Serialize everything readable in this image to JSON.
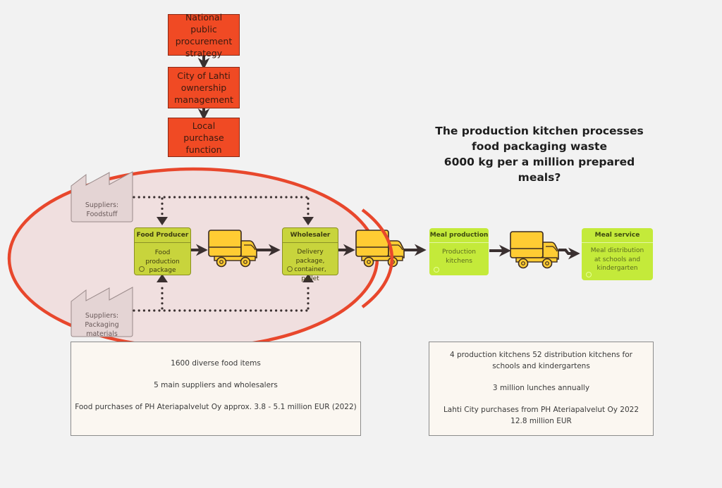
{
  "governance": {
    "boxes": [
      {
        "label": "National public procurement strategy"
      },
      {
        "label": "City of Lahti ownership management"
      },
      {
        "label": "Local purchase function"
      }
    ]
  },
  "suppliers": {
    "foodstuff": {
      "line1": "Suppliers:",
      "line2": "Foodstuff"
    },
    "packaging": {
      "line1": "Suppliers:",
      "line2": "Packaging materials"
    }
  },
  "chain": {
    "food_producer": {
      "title": "Food Producer",
      "body": "Food production package"
    },
    "wholesaler": {
      "title": "Wholesaler",
      "body": "Delivery package, container, pallet"
    },
    "meal_production": {
      "title": "Meal production",
      "body": "Production kitchens"
    },
    "meal_service": {
      "title": "Meal service",
      "body": "Meal distribution at schools and kindergarten"
    }
  },
  "question": {
    "line1": "The production kitchen processes",
    "line2": "food packaging waste",
    "line3": "6000 kg per a million prepared",
    "line4": "meals?"
  },
  "info_left": {
    "items": [
      "1600 diverse food items",
      "5 main suppliers and wholesalers",
      "Food purchases of PH Ateriapalvelut Oy approx. 3.8 - 5.1 million EUR (2022)"
    ]
  },
  "info_right": {
    "items": [
      "4 production kitchens  52 distribution kitchens for schools and kindergartens",
      "3 million lunches annually",
      "Lahti City purchases from PH Ateriapalvelut Oy 2022 12.8 million EUR"
    ]
  },
  "colors": {
    "governance_red": "#f04a24",
    "highlight_ellipse": "#e8472c",
    "olive_card": "#c8d43c",
    "lime_card": "#c4ea3a",
    "truck_yellow": "#ffcc33",
    "arrow_dark": "#3a3030"
  }
}
